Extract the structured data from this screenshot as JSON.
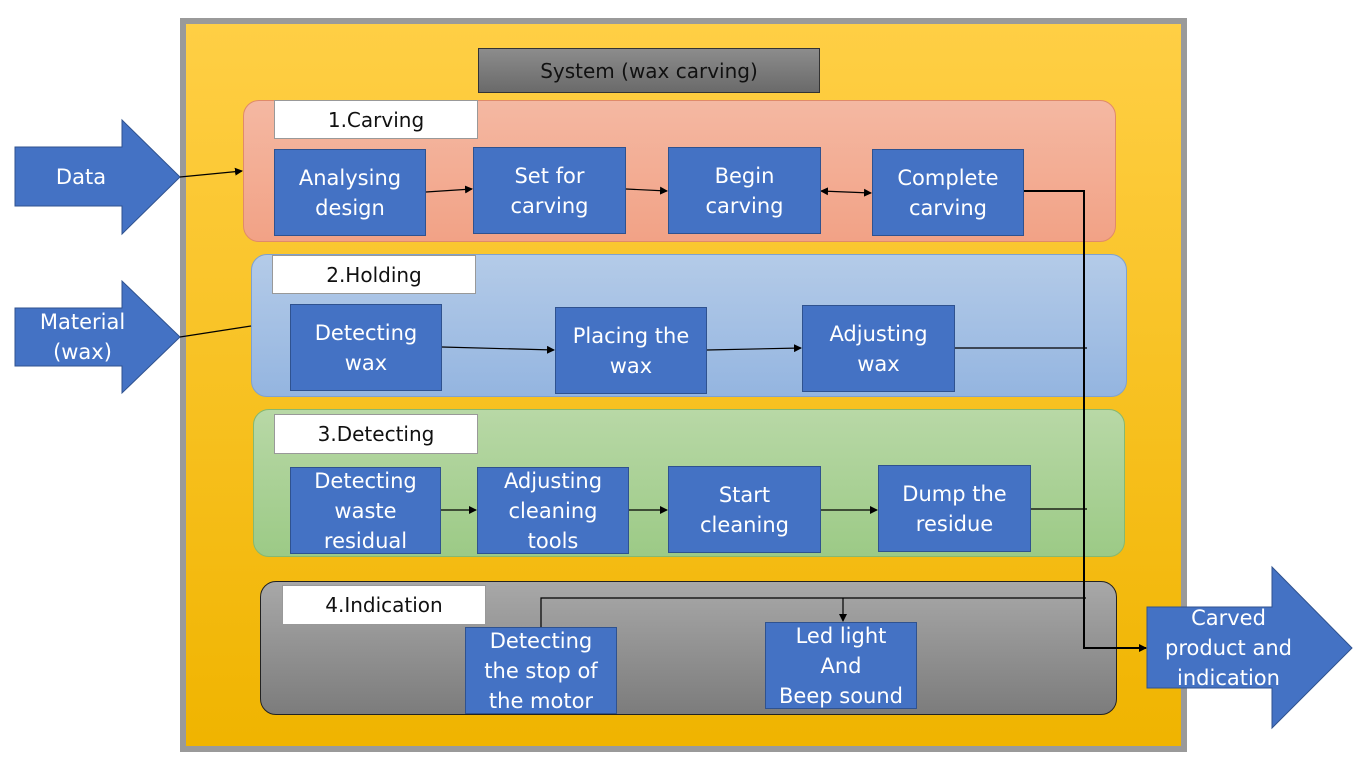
{
  "title": "System (wax carving)",
  "inputs": {
    "data": "Data",
    "material": "Material\n(wax)"
  },
  "output": "Carved\nproduct and\nindication",
  "groups": [
    {
      "label": "1.Carving",
      "steps": [
        "Analysing\ndesign",
        "Set for\ncarving",
        "Begin\ncarving",
        "Complete\ncarving"
      ]
    },
    {
      "label": "2.Holding",
      "steps": [
        "Detecting\nwax",
        "Placing the\nwax",
        "Adjusting\nwax"
      ]
    },
    {
      "label": "3.Detecting",
      "steps": [
        "Detecting\nwaste\nresidual",
        "Adjusting\ncleaning\ntools",
        "Start\ncleaning",
        "Dump the\nresidue"
      ]
    },
    {
      "label": "4.Indication",
      "steps": [
        "Detecting\nthe stop of\nthe motor",
        "Led light\nAnd\nBeep sound"
      ]
    }
  ],
  "colors": {
    "frame": "#ffc000",
    "process_box": "#4472c4",
    "carving_group": "#f4b183",
    "holding_group": "#9dc3e6",
    "detecting_group": "#a9d18e",
    "indication_group": "#a6a6a6"
  }
}
